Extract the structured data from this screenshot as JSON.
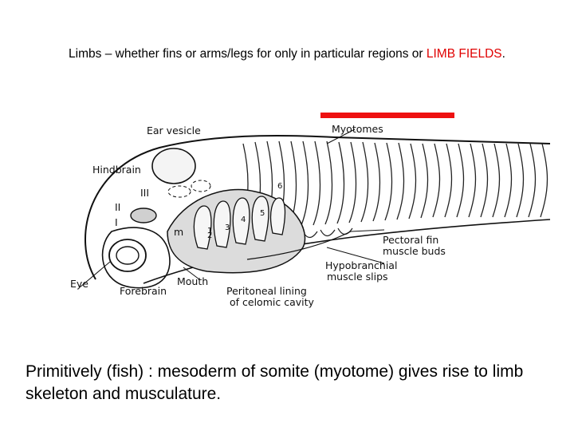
{
  "title": {
    "prefix": "Limbs – whether fins or arms/legs for only in particular regions or ",
    "highlight": "LIMB FIELDS",
    "suffix": ".",
    "highlight_color": "#e00000"
  },
  "accent_bar_color": "#ee1111",
  "figure_labels": {
    "ear_vesicle": "Ear vesicle",
    "myotomes": "Myotomes",
    "hindbrain": "Hindbrain",
    "numeral_3": "III",
    "numeral_2": "II",
    "numeral_1": "I",
    "mouth_m": "m",
    "eye": "Eye",
    "forebrain": "Forebrain",
    "mouth": "Mouth",
    "peritoneal_1": "Peritoneal lining",
    "peritoneal_2": "of celomic cavity",
    "pectoral_1": "Pectoral fin",
    "pectoral_2": "muscle buds",
    "hypo_1": "Hypobranchial",
    "hypo_2": "muscle slips",
    "arch_1": "1",
    "arch_2": "2",
    "arch_3": "3",
    "arch_4": "4",
    "arch_5": "5",
    "arch_6": "6"
  },
  "caption": "Primitively (fish) :  mesoderm of somite (myotome) gives rise to limb skeleton and musculature."
}
